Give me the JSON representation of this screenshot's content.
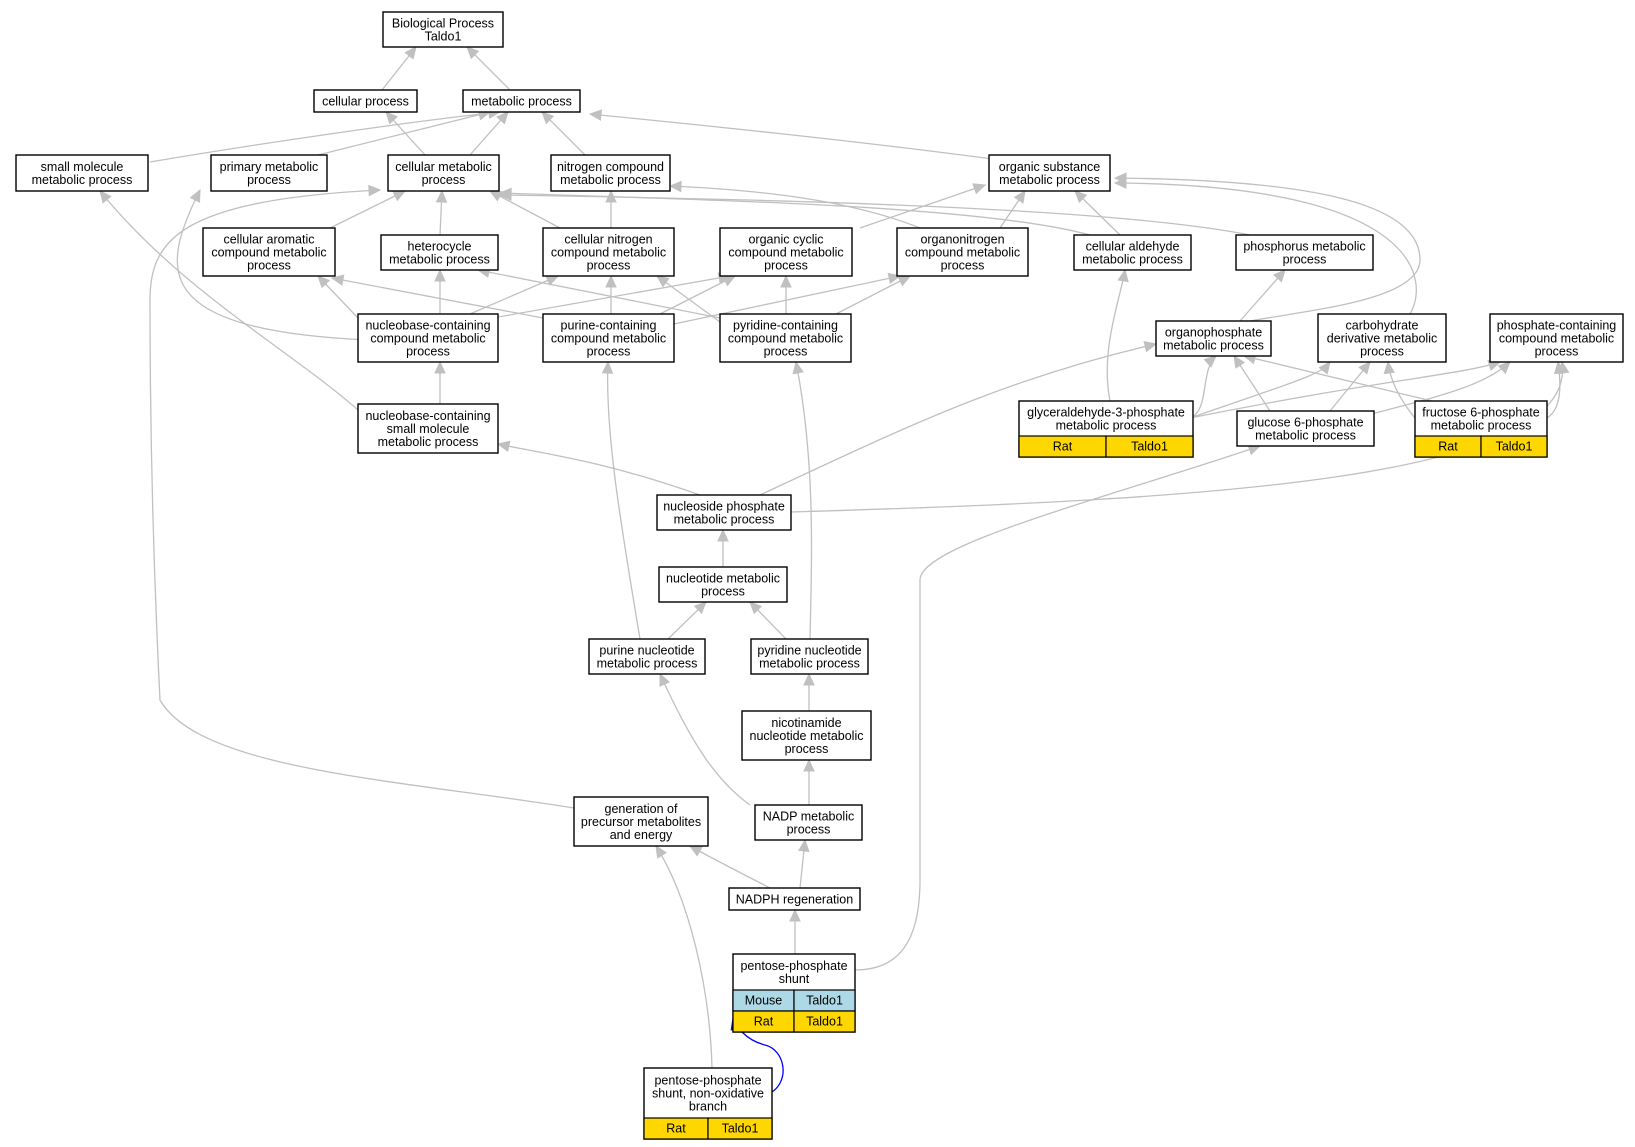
{
  "colors": {
    "rat": "#ffd700",
    "mouse": "#add8e6",
    "edge": "#c0c0c0",
    "highlight_edge": "#0000ff"
  },
  "nodes": {
    "root": [
      "Biological Process",
      "Taldo1"
    ],
    "cellular_process": [
      "cellular process"
    ],
    "metabolic_process": [
      "metabolic process"
    ],
    "small_molecule": [
      "small molecule",
      "metabolic process"
    ],
    "primary_metabolic": [
      "primary metabolic",
      "process"
    ],
    "cellular_metabolic": [
      "cellular metabolic",
      "process"
    ],
    "nitrogen_compound": [
      "nitrogen compound",
      "metabolic process"
    ],
    "organic_substance": [
      "organic substance",
      "metabolic process"
    ],
    "cellular_aromatic": [
      "cellular aromatic",
      "compound metabolic",
      "process"
    ],
    "heterocycle": [
      "heterocycle",
      "metabolic process"
    ],
    "cellular_nitrogen": [
      "cellular nitrogen",
      "compound metabolic",
      "process"
    ],
    "organic_cyclic": [
      "organic cyclic",
      "compound metabolic",
      "process"
    ],
    "organonitrogen": [
      "organonitrogen",
      "compound metabolic",
      "process"
    ],
    "cellular_aldehyde": [
      "cellular aldehyde",
      "metabolic process"
    ],
    "phosphorus": [
      "phosphorus metabolic",
      "process"
    ],
    "nucleobase_compound": [
      "nucleobase-containing",
      "compound metabolic",
      "process"
    ],
    "purine_compound": [
      "purine-containing",
      "compound metabolic",
      "process"
    ],
    "pyridine_compound": [
      "pyridine-containing",
      "compound metabolic",
      "process"
    ],
    "organophosphate": [
      "organophosphate",
      "metabolic process"
    ],
    "carbohydrate_derivative": [
      "carbohydrate",
      "derivative metabolic",
      "process"
    ],
    "phosphate_containing": [
      "phosphate-containing",
      "compound metabolic",
      "process"
    ],
    "nucleobase_small": [
      "nucleobase-containing",
      "small molecule",
      "metabolic process"
    ],
    "g3p": [
      "glyceraldehyde-3-phosphate",
      "metabolic process"
    ],
    "glucose6p": [
      "glucose 6-phosphate",
      "metabolic process"
    ],
    "fructose6p": [
      "fructose 6-phosphate",
      "metabolic process"
    ],
    "nucleoside_phosphate": [
      "nucleoside phosphate",
      "metabolic process"
    ],
    "nucleotide": [
      "nucleotide metabolic",
      "process"
    ],
    "purine_nucleotide": [
      "purine nucleotide",
      "metabolic process"
    ],
    "pyridine_nucleotide": [
      "pyridine nucleotide",
      "metabolic process"
    ],
    "nicotinamide": [
      "nicotinamide",
      "nucleotide metabolic",
      "process"
    ],
    "generation_precursor": [
      "generation of",
      "precursor metabolites",
      "and energy"
    ],
    "nadp": [
      "NADP metabolic",
      "process"
    ],
    "nadph": [
      "NADPH regeneration"
    ],
    "ppp": [
      "pentose-phosphate",
      "shunt"
    ],
    "ppp_nonox": [
      "pentose-phosphate",
      "shunt, non-oxidative",
      "branch"
    ]
  },
  "annotations": {
    "g3p": [
      [
        "Rat",
        "Taldo1"
      ]
    ],
    "fructose6p": [
      [
        "Rat",
        "Taldo1"
      ]
    ],
    "ppp": [
      [
        "Mouse",
        "Taldo1"
      ],
      [
        "Rat",
        "Taldo1"
      ]
    ],
    "ppp_nonox": [
      [
        "Rat",
        "Taldo1"
      ]
    ]
  }
}
